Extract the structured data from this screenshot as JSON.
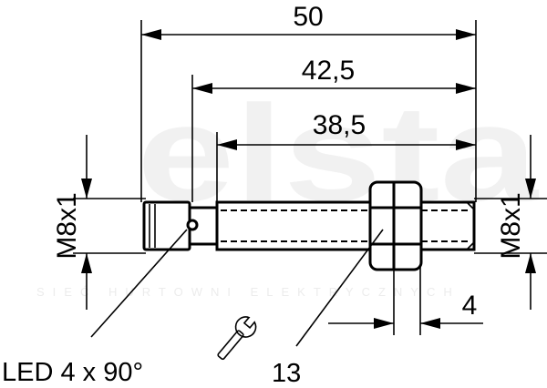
{
  "dimensions": {
    "overall_length": "50",
    "thread_to_end": "42,5",
    "housing_length": "38,5",
    "thread_left": "M8x1",
    "thread_right": "M8x1",
    "nut_width": "4"
  },
  "labels": {
    "led": "LED 4 x 90°",
    "wrench_size": "13"
  },
  "watermark": {
    "main": "elsta",
    "sub": "SIEĆ HURTOWNI ELEKTRYCZNYCH"
  }
}
